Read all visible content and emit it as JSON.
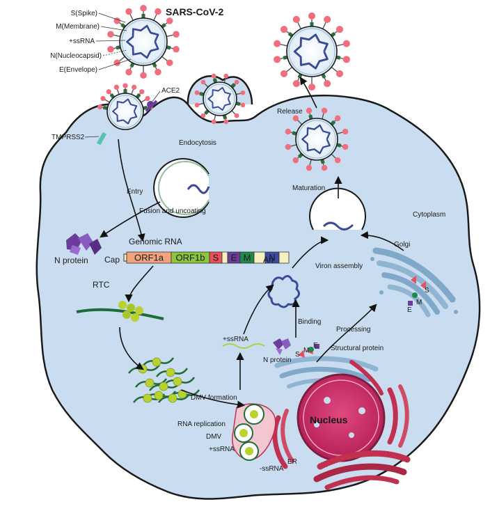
{
  "title": "SARS-CoV-2",
  "virion_parts": [
    "S(Spike)",
    "M(Membrane)",
    "+ssRNA",
    "N(Nucleocapsid)",
    "E(Envelope)"
  ],
  "receptors": {
    "ace2": "ACE2",
    "tmprss2": "TMPRSS2"
  },
  "steps": {
    "entry": "Entry",
    "fusion": "Fusion and uncoating",
    "endocytosis": "Endocytosis",
    "release": "Release",
    "maturation": "Maturation",
    "viron_assembly": "Viron assembly",
    "binding": "Binding",
    "processing": "Processing",
    "dmv_formation": "DMV formation",
    "rna_replication": "RNA replication"
  },
  "compartments": {
    "cytoplasm": "Cytoplasm",
    "golgi": "Golgi",
    "nucleus": "Nucleus",
    "er": "ER",
    "dmv": "DMV"
  },
  "molecules": {
    "n_protein": "N protein",
    "n_protein_small": "N protein",
    "plus_ssrna": "+ssRNA",
    "plus_ssrna_dmv": "+ssRNA",
    "minus_ssrna": "-ssRNA",
    "structural_protein": "Structural protein",
    "rtc": "RTC"
  },
  "genome": {
    "title": "Genomic RNA",
    "cap": "Cap",
    "tail": "An",
    "segments": [
      {
        "label": "ORF1a",
        "color": "#f2a37d"
      },
      {
        "label": "ORF1b",
        "color": "#8cc63f"
      },
      {
        "label": "S",
        "color": "#e8505b"
      },
      {
        "label": "",
        "color": "#f4f0c0"
      },
      {
        "label": "E",
        "color": "#6a3d9a"
      },
      {
        "label": "M",
        "color": "#1f8a4c"
      },
      {
        "label": "",
        "color": "#f4f0c0"
      },
      {
        "label": "N",
        "color": "#3b4ba0"
      },
      {
        "label": "",
        "color": "#f4f0c0"
      }
    ]
  },
  "golgi_proteins": {
    "s": "S",
    "m": "M",
    "e": "E"
  },
  "structural_marks": {
    "s": "S",
    "m": "M",
    "e": "E"
  },
  "colors": {
    "cell_fill": "#c9dcf0",
    "cell_outline": "#1a1a1a",
    "spike": "#f26d7d",
    "membrane_band": "#2e6b3a",
    "rna": "#3a4a9a",
    "nucleus": "#d6336c",
    "er": "#c0304f",
    "golgi": "#7fa8c9"
  }
}
